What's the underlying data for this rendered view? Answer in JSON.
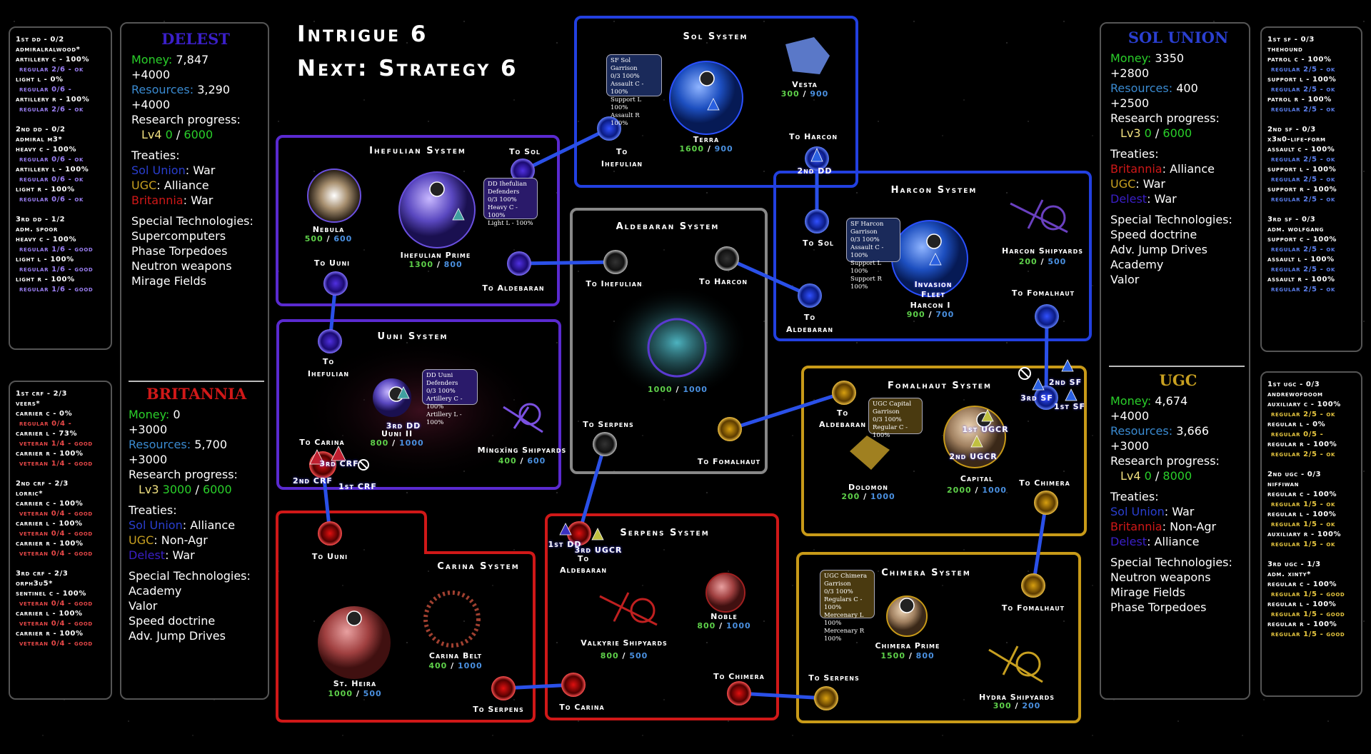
{
  "header": {
    "title": "Intrigue 6",
    "next": "Next: Strategy 6"
  },
  "labels": {
    "money": "Money:",
    "resources": "Resources:",
    "research": "Research progress:",
    "treaties": "Treaties:",
    "techs": "Special Technologies:"
  },
  "colors": {
    "delest": "#3a1fc8",
    "britannia": "#d01818",
    "sol": "#2a3fd0",
    "ugc": "#c8a020",
    "money": "#2ad02a",
    "resources": "#3a8ad0",
    "level": "#f0e080",
    "research": "#2ad02a"
  },
  "factions": {
    "delest": {
      "name": "DELEST",
      "color": "#3a1fc8",
      "money": "7,847",
      "money_income": "+4000",
      "resources": "3,290",
      "resources_income": "+4000",
      "level": "Lv4",
      "research_cur": "0",
      "research_max": "6000",
      "treaties": [
        {
          "faction": "Sol Union",
          "color": "#2a3fd0",
          "status": "War"
        },
        {
          "faction": "UGC",
          "color": "#c8a020",
          "status": "Alliance"
        },
        {
          "faction": "Britannia",
          "color": "#d01818",
          "status": "War"
        }
      ],
      "techs": [
        "Supercomputers",
        "Phase Torpedoes",
        "Neutron weapons",
        "Mirage Fields"
      ]
    },
    "britannia": {
      "name": "BRITANNIA",
      "color": "#d01818",
      "money": "0",
      "money_income": "+3000",
      "resources": "5,700",
      "resources_income": "+3000",
      "level": "Lv3",
      "research_cur": "3000",
      "research_max": "6000",
      "treaties": [
        {
          "faction": "Sol Union",
          "color": "#2a3fd0",
          "status": "Alliance"
        },
        {
          "faction": "UGC",
          "color": "#c8a020",
          "status": "Non-Agr"
        },
        {
          "faction": "Delest",
          "color": "#3a1fc8",
          "status": "War"
        }
      ],
      "techs": [
        "Academy",
        "Valor",
        "Speed doctrine",
        "Adv. Jump Drives"
      ]
    },
    "sol": {
      "name": "SOL UNION",
      "color": "#2a3fd0",
      "money": "3350",
      "money_income": "+2800",
      "resources": "400",
      "resources_income": "+2500",
      "level": "Lv3",
      "research_cur": "0",
      "research_max": "6000",
      "treaties": [
        {
          "faction": "Britannia",
          "color": "#d01818",
          "status": "Alliance"
        },
        {
          "faction": "UGC",
          "color": "#c8a020",
          "status": "War"
        },
        {
          "faction": "Delest",
          "color": "#3a1fc8",
          "status": "War"
        }
      ],
      "techs": [
        "Speed doctrine",
        "Adv. Jump Drives",
        "Academy",
        "Valor"
      ]
    },
    "ugc": {
      "name": "UGC",
      "color": "#c8a020",
      "money": "4,674",
      "money_income": "+4000",
      "resources": "3,666",
      "resources_income": "+3000",
      "level": "Lv4",
      "research_cur": "0",
      "research_max": "8000",
      "treaties": [
        {
          "faction": "Sol Union",
          "color": "#2a3fd0",
          "status": "War"
        },
        {
          "faction": "Britannia",
          "color": "#d01818",
          "status": "Non-Agr"
        },
        {
          "faction": "Delest",
          "color": "#3a1fc8",
          "status": "Alliance"
        }
      ],
      "techs": [
        "Neutron weapons",
        "Mirage Fields",
        "Phase Torpedoes"
      ]
    }
  },
  "fleets": {
    "delest": {
      "color": "#9c80f5",
      "groups": [
        {
          "header": "1st DD - 0/2",
          "admiral": "AdmiralRalwood*",
          "units": [
            {
              "unit": "Artillery C - 100%",
              "status": "Regular 2/6 - Ok"
            },
            {
              "unit": "Light L - 0%",
              "status": "Regular 0/6 -"
            },
            {
              "unit": "Artillery R - 100%",
              "status": "Regular 2/6 - Ok"
            }
          ]
        },
        {
          "header": "2nd DD - 0/2",
          "admiral": "Admiral M3*",
          "units": [
            {
              "unit": "Heavy C - 100%",
              "status": "Regular 0/6 - Ok"
            },
            {
              "unit": "Artillery L - 100%",
              "status": "Regular 0/6 - Ok"
            },
            {
              "unit": "Light R - 100%",
              "status": "Regular 0/6 - Ok"
            }
          ]
        },
        {
          "header": "3rd DD - 1/2",
          "admiral": "Adm. Spoor",
          "units": [
            {
              "unit": "Heavy C - 100%",
              "status": "Regular 1/6 - Good"
            },
            {
              "unit": "Light L - 100%",
              "status": "Regular 1/6 - Good"
            },
            {
              "unit": "Light R - 100%",
              "status": "Regular 1/6 - Good"
            }
          ]
        }
      ]
    },
    "britannia": {
      "color": "#e84848",
      "groups": [
        {
          "header": "1st CRF - 2/3",
          "admiral": "Veers*",
          "units": [
            {
              "unit": "Carrier C - 0%",
              "status": "Regular 0/4 -"
            },
            {
              "unit": "Carrier L - 73%",
              "status": "Veteran 1/4 - Good"
            },
            {
              "unit": "Carrier R - 100%",
              "status": "Veteran 1/4 - Good"
            }
          ]
        },
        {
          "header": "2nd CRF - 2/3",
          "admiral": "Lorric*",
          "units": [
            {
              "unit": "Carrier C - 100%",
              "status": "Veteran 0/4 - Good"
            },
            {
              "unit": "Carrier L - 100%",
              "status": "Veteran 0/4 - Good"
            },
            {
              "unit": "Carrier R - 100%",
              "status": "Veteran 0/4 - Good"
            }
          ]
        },
        {
          "header": "3rd CRF - 2/3",
          "admiral": "Orph3u5*",
          "units": [
            {
              "unit": "Sentinel C - 100%",
              "status": "Veteran 0/4 - Good"
            },
            {
              "unit": "Carrier L - 100%",
              "status": "Veteran 0/4 - Good"
            },
            {
              "unit": "Carrier R - 100%",
              "status": "Veteran 0/4 - Good"
            }
          ]
        }
      ]
    },
    "sol": {
      "color": "#5c80f0",
      "groups": [
        {
          "header": "1st SF - 0/3",
          "admiral": "TheHound",
          "units": [
            {
              "unit": "Patrol C - 100%",
              "status": "Regular 2/5 - Ok"
            },
            {
              "unit": "Support L - 100%",
              "status": "Regular 2/5 - Ok"
            },
            {
              "unit": "Patrol R - 100%",
              "status": "Regular 2/5 - Ok"
            }
          ]
        },
        {
          "header": "2nd SF - 0/3",
          "admiral": "X3N0-Life-Form",
          "units": [
            {
              "unit": "Assault C - 100%",
              "status": "Regular 2/5 - Ok"
            },
            {
              "unit": "Support L - 100%",
              "status": "Regular 2/5 - Ok"
            },
            {
              "unit": "Support R - 100%",
              "status": "Regular 2/5 - Ok"
            }
          ]
        },
        {
          "header": "3rd SF - 0/3",
          "admiral": "Adm. Wolfgang",
          "units": [
            {
              "unit": "Support C - 100%",
              "status": "Regular 2/5 - Ok"
            },
            {
              "unit": "Assault L - 100%",
              "status": "Regular 2/5 - Ok"
            },
            {
              "unit": "Assault R - 100%",
              "status": "Regular 2/5 - Ok"
            }
          ]
        }
      ]
    },
    "ugc": {
      "color": "#e8c840",
      "groups": [
        {
          "header": "1st UGC - 0/3",
          "admiral": "AndrewofDoom",
          "units": [
            {
              "unit": "Auxiliary C - 100%",
              "status": "Regular 2/5 - Ok"
            },
            {
              "unit": "Regular L - 0%",
              "status": "Regular 0/5 -"
            },
            {
              "unit": "Regular R - 100%",
              "status": "Regular 2/5 - Ok"
            }
          ]
        },
        {
          "header": "2nd UGC - 0/3",
          "admiral": "niffiwan",
          "units": [
            {
              "unit": "Regular C - 100%",
              "status": "Regular 1/5 - Ok"
            },
            {
              "unit": "Regular L - 100%",
              "status": "Regular 1/5 - Ok"
            },
            {
              "unit": "Auxiliary R - 100%",
              "status": "Regular 1/5 - Ok"
            }
          ]
        },
        {
          "header": "3rd UGC - 1/3",
          "admiral": "Adm. Xinty*",
          "units": [
            {
              "unit": "Regular C - 100%",
              "status": "Regular 1/5 - Good"
            },
            {
              "unit": "Regular L - 100%",
              "status": "Regular 1/5 - Good"
            },
            {
              "unit": "Regular R - 100%",
              "status": "Regular 1/5 - Good"
            }
          ]
        }
      ]
    }
  },
  "map": {
    "sol": {
      "title": "Sol System",
      "planets": [
        {
          "name": "Terra",
          "cur": "1600",
          "max": "900"
        },
        {
          "name": "Vesta",
          "cur": "300",
          "max": "900"
        }
      ],
      "links": {
        "to_ihefulian_1": "To",
        "to_ihefulian_2": "Ihefulian",
        "to_harcon": "To Harcon"
      },
      "garrison": [
        "SF Sol Garrison",
        "0/3 100%",
        "Assault C - 100%",
        "Support L 100%",
        "Assault R 100%"
      ],
      "fleets": [
        "2nd DD"
      ]
    },
    "ihefulian": {
      "title": "Ihefulian System",
      "planets": [
        {
          "name": "Nebula",
          "cur": "500",
          "max": "600"
        },
        {
          "name": "Ihefulian Prime",
          "cur": "1300",
          "max": "800"
        }
      ],
      "links": {
        "to_sol": "To Sol",
        "to_uuni": "To Uuni",
        "to_aldebaran": "To Aldebaran"
      },
      "garrison": [
        "DD Ihefulian",
        "Defenders",
        "0/3 100%",
        "Heavy C - 100%",
        "Light L - 100%"
      ]
    },
    "uuni": {
      "title": "Uuni System",
      "planets": [
        {
          "name": "Uuni II",
          "cur": "800",
          "max": "1000"
        },
        {
          "name": "Míngxīng Shipyards",
          "cur": "400",
          "max": "600"
        }
      ],
      "links": {
        "to_ihefulian_1": "To",
        "to_ihefulian_2": "Ihefulian",
        "to_carina": "To Carina"
      },
      "garrison": [
        "DD Uuni Defenders",
        "0/3 100%",
        "Artillery C - 100%",
        "Artillery L - 100%"
      ],
      "fleets": [
        "3rd DD",
        "3rd CRF",
        "2nd CRF",
        "1st CRF"
      ]
    },
    "aldebaran": {
      "title": "Aldebaran System",
      "planets": [
        {
          "cur": "1000",
          "max": "1000"
        }
      ],
      "links": {
        "to_ihefulian": "To Ihefulian",
        "to_harcon": "To Harcon",
        "to_serpens": "To Serpens",
        "to_fomalhaut": "To Fomalhaut"
      }
    },
    "harcon": {
      "title": "Harcon System",
      "planets": [
        {
          "name": "Harcon I",
          "cur": "900",
          "max": "700"
        },
        {
          "name": "Harcon Shipyards",
          "cur": "200",
          "max": "500"
        }
      ],
      "links": {
        "to_sol": "To Sol",
        "to_aldebaran_1": "To",
        "to_aldebaran_2": "Aldebaran",
        "to_fomalhaut": "To Fomalhaut"
      },
      "garrison": [
        "SF Harcon Garrison",
        "0/3 100%",
        "Assault C - 100%",
        "Support L 100%",
        "Support R 100%"
      ],
      "fleets": [
        "Invasion",
        "Fleet"
      ]
    },
    "fomalhaut": {
      "title": "Fomalhaut System",
      "planets": [
        {
          "name": "Dolomon",
          "cur": "200",
          "max": "1000"
        },
        {
          "name": "Capital",
          "cur": "2000",
          "max": "1000"
        }
      ],
      "links": {
        "to_aldebaran_1": "To",
        "to_aldebaran_2": "Aldebaran",
        "to_chimera": "To Chimera"
      },
      "garrison": [
        "UGC Capital",
        "Garrison",
        "0/3 100%",
        "Regular C - 100%"
      ],
      "fleets": [
        "1st UGCR",
        "2nd UGCR",
        "2nd SF",
        "3rd SF",
        "1st SF"
      ]
    },
    "carina": {
      "title": "Carina System",
      "planets": [
        {
          "name": "St. Heira",
          "cur": "1000",
          "max": "500"
        },
        {
          "name": "Carina Belt",
          "cur": "400",
          "max": "1000"
        }
      ],
      "links": {
        "to_uuni": "To Uuni",
        "to_serpens": "To Serpens"
      }
    },
    "serpens": {
      "title": "Serpens System",
      "planets": [
        {
          "name": "Noble",
          "cur": "800",
          "max": "1000"
        },
        {
          "name": "Valkyrie Shipyards",
          "cur": "800",
          "max": "500"
        }
      ],
      "links": {
        "to_aldebaran_1": "To",
        "to_aldebaran_2": "Aldebaran",
        "to_carina": "To Carina",
        "to_chimera": "To Chimera"
      },
      "fleets": [
        "1st DD",
        "3rd UGCR"
      ]
    },
    "chimera": {
      "title": "Chimera System",
      "planets": [
        {
          "name": "Chimera Prime",
          "cur": "1500",
          "max": "800"
        },
        {
          "name": "Hydra Shipyards",
          "cur": "300",
          "max": "200"
        }
      ],
      "links": {
        "to_fomalhaut": "To Fomalhaut",
        "to_serpens": "To Serpens"
      },
      "garrison": [
        "UGC Chimera",
        "Garrison",
        "0/3 100%",
        "Regulars C - 100%",
        "Mercenary L 100%",
        "Mercenary R 100%"
      ]
    }
  }
}
